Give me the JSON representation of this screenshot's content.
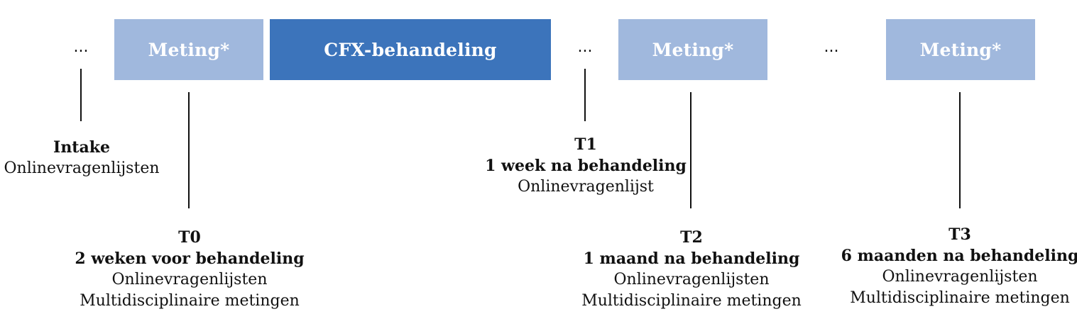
{
  "boxes": {
    "meting_1": "Meting*",
    "behandeling": "CFX-behandeling",
    "meting_2": "Meting*",
    "meting_3": "Meting*"
  },
  "dots": [
    "...",
    "...",
    "..."
  ],
  "milestones": {
    "intake": {
      "title": "Intake",
      "lines": [
        "Onlinevragenlijsten"
      ]
    },
    "t0": {
      "code": "T0",
      "subtitle": "2 weken voor behandeling",
      "lines": [
        "Onlinevragenlijsten",
        "Multidisciplinaire metingen"
      ]
    },
    "t1": {
      "code": "T1",
      "subtitle": "1 week na behandeling",
      "lines": [
        "Onlinevragenlijst"
      ]
    },
    "t2": {
      "code": "T2",
      "subtitle": "1 maand na behandeling",
      "lines": [
        "Onlinevragenlijsten",
        "Multidisciplinaire metingen"
      ]
    },
    "t3": {
      "code": "T3",
      "subtitle": "6 maanden na behandeling",
      "lines": [
        "Onlinevragenlijsten",
        "Multidisciplinaire metingen"
      ]
    }
  },
  "colors": {
    "meting_box": "#a0b8dd",
    "behandeling_box": "#3c74bb",
    "line": "#111111"
  }
}
